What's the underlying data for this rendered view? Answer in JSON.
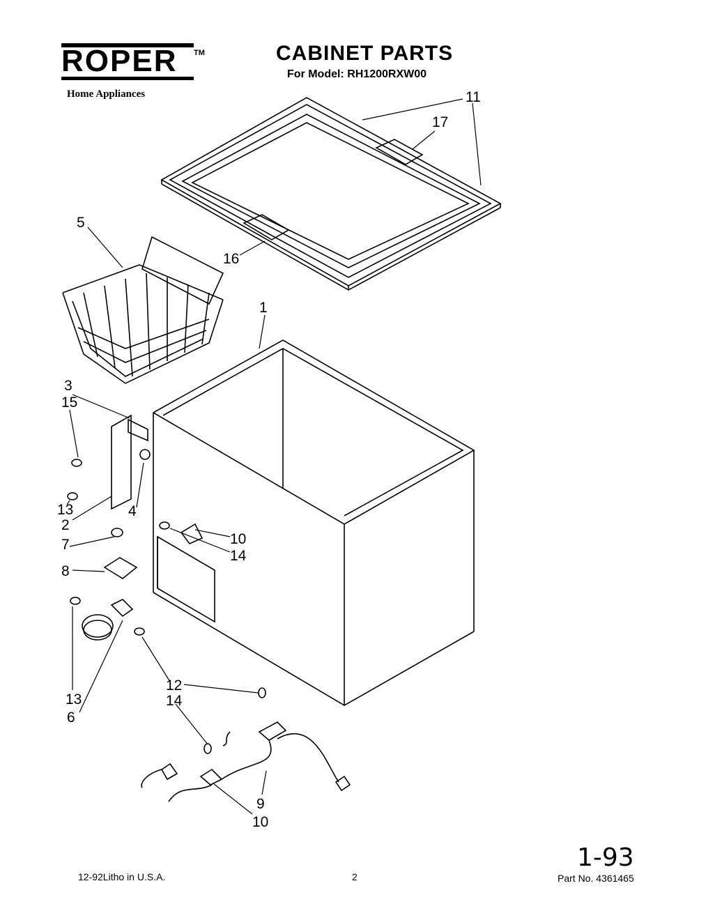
{
  "header": {
    "brand": "ROPER",
    "brand_tm": "TM",
    "tagline": "Home Appliances",
    "title": "CABINET PARTS",
    "subtitle": "For Model: RH1200RXW00"
  },
  "callouts": [
    "11",
    "17",
    "5",
    "16",
    "1",
    "3",
    "15",
    "4",
    "13",
    "2",
    "7",
    "8",
    "10",
    "14",
    "13",
    "6",
    "12",
    "14",
    "9",
    "10"
  ],
  "footer": {
    "litho": "12-92Litho in U.S.A.",
    "page": "2",
    "part_no": "Part No. 4361465",
    "handwritten": "1-93"
  }
}
